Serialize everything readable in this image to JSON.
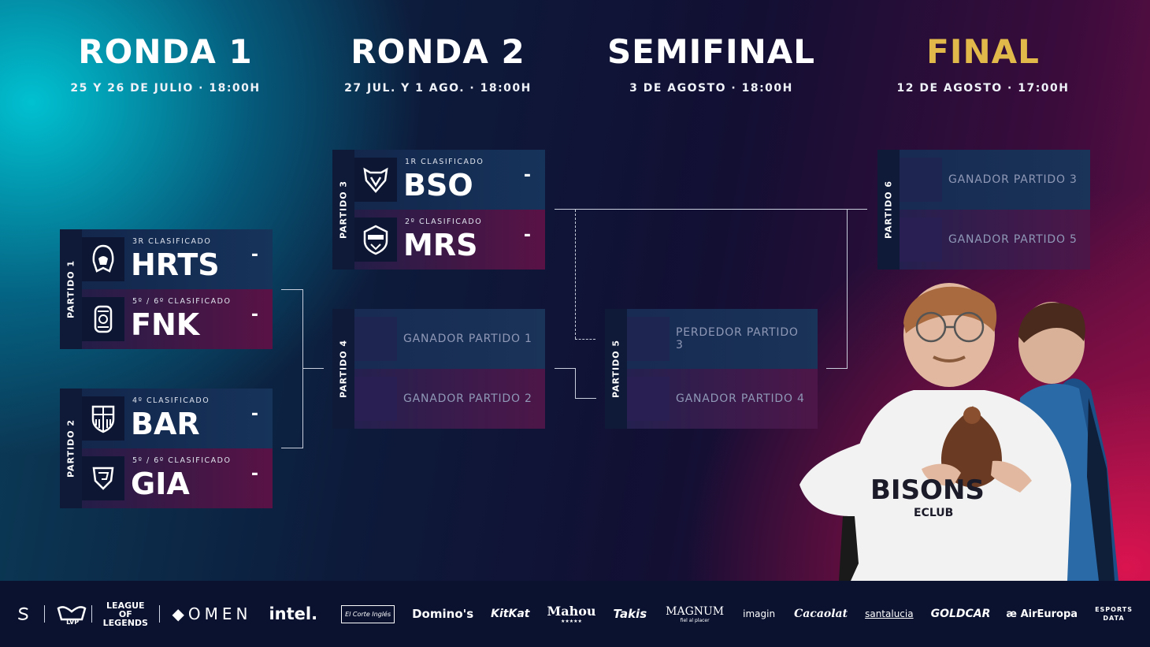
{
  "rounds": [
    {
      "title": "RONDA 1",
      "date": "25 Y 26 DE JULIO · 18:00H"
    },
    {
      "title": "RONDA 2",
      "date": "27 JUL. Y 1 AGO. · 18:00H"
    },
    {
      "title": "SEMIFINAL",
      "date": "3 DE AGOSTO · 18:00H"
    },
    {
      "title": "FINAL",
      "date": "12 DE AGOSTO · 17:00H"
    }
  ],
  "matches": {
    "m1": {
      "label": "PARTIDO 1",
      "top": {
        "seed": "3R CLASIFICADO",
        "team": "HRTS",
        "score": "-"
      },
      "bot": {
        "seed": "5º / 6º CLASIFICADO",
        "team": "FNK",
        "score": "-"
      }
    },
    "m2": {
      "label": "PARTIDO 2",
      "top": {
        "seed": "4º CLASIFICADO",
        "team": "BAR",
        "score": "-"
      },
      "bot": {
        "seed": "5º / 6º CLASIFICADO",
        "team": "GIA",
        "score": "-"
      }
    },
    "m3": {
      "label": "PARTIDO 3",
      "top": {
        "seed": "1R CLASIFICADO",
        "team": "BSO",
        "score": "-"
      },
      "bot": {
        "seed": "2º CLASIFICADO",
        "team": "MRS",
        "score": "-"
      }
    },
    "m4": {
      "label": "PARTIDO 4",
      "top": {
        "text": "GANADOR PARTIDO 1"
      },
      "bot": {
        "text": "GANADOR PARTIDO 2"
      }
    },
    "m5": {
      "label": "PARTIDO 5",
      "top": {
        "text": "PERDEDOR PARTIDO 3"
      },
      "bot": {
        "text": "GANADOR PARTIDO 4"
      }
    },
    "m6": {
      "label": "PARTIDO 6",
      "top": {
        "text": "GANADOR PARTIDO 3"
      },
      "bot": {
        "text": "GANADOR PARTIDO 5"
      }
    }
  },
  "player_jersey": {
    "text": "BISONS",
    "sub": "ECLUB"
  },
  "sponsors": [
    "LVP",
    "LEAGUE OF LEGENDS",
    "OMEN",
    "intel.",
    "El Corte Inglés",
    "Domino's",
    "KitKat",
    "Mahou",
    "Takis",
    "MAGNUM",
    "imagin",
    "Cacaolat",
    "santalucia",
    "GOLDCAR",
    "AirEuropa",
    "ESPORTS DATA"
  ],
  "sponsor_sub": {
    "mahou": "★★★★★",
    "magnum": "fiel al placer"
  },
  "colors": {
    "final_title": "#e1b84a",
    "connector": "#c9cfdc"
  }
}
